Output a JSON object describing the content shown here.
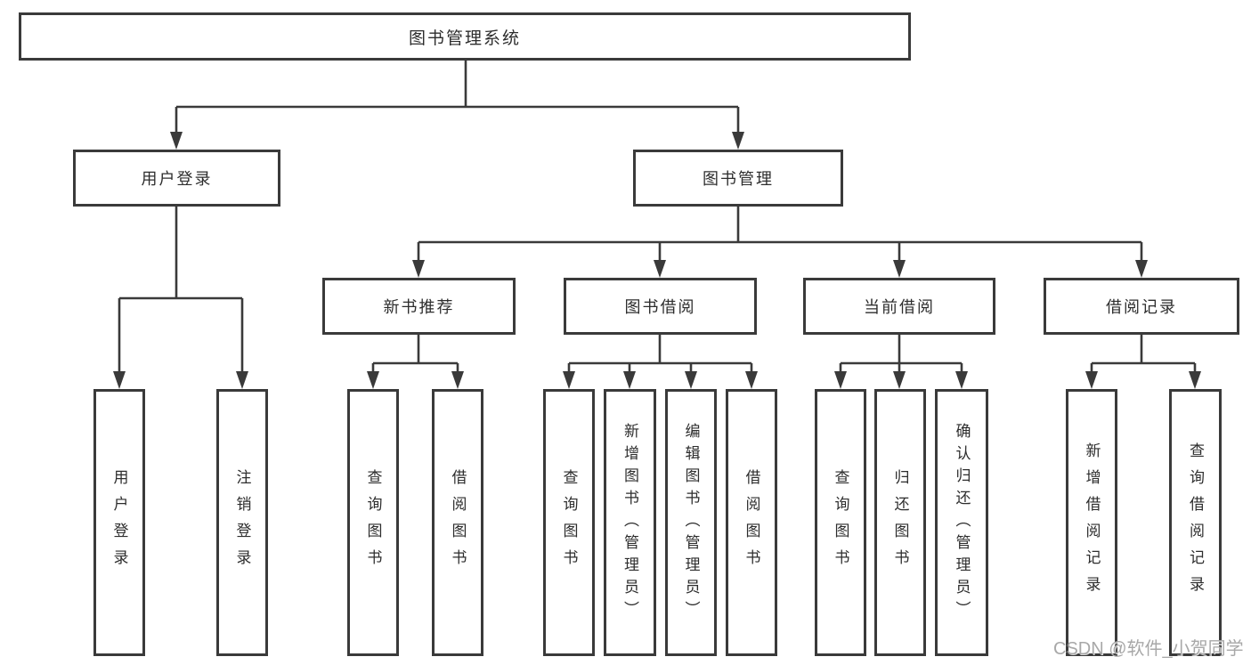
{
  "diagram": {
    "title": "图书管理系统",
    "root": {
      "label": "图书管理系统"
    },
    "level2": [
      {
        "label": "用户登录"
      },
      {
        "label": "图书管理"
      }
    ],
    "level3": [
      {
        "label": "新书推荐"
      },
      {
        "label": "图书借阅"
      },
      {
        "label": "当前借阅"
      },
      {
        "label": "借阅记录"
      }
    ],
    "leaves": [
      {
        "label": "用户登录",
        "parent": "用户登录"
      },
      {
        "label": "注销登录",
        "parent": "用户登录"
      },
      {
        "label": "查询图书",
        "parent": "新书推荐"
      },
      {
        "label": "借阅图书",
        "parent": "新书推荐"
      },
      {
        "label": "查询图书",
        "parent": "图书借阅"
      },
      {
        "label": "新增图书（管理员）",
        "parent": "图书借阅"
      },
      {
        "label": "编辑图书（管理员）",
        "parent": "图书借阅"
      },
      {
        "label": "借阅图书",
        "parent": "图书借阅"
      },
      {
        "label": "查询图书",
        "parent": "当前借阅"
      },
      {
        "label": "归还图书",
        "parent": "当前借阅"
      },
      {
        "label": "确认归还（管理员）",
        "parent": "当前借阅"
      },
      {
        "label": "新增借阅记录",
        "parent": "借阅记录"
      },
      {
        "label": "查询借阅记录",
        "parent": "借阅记录"
      }
    ],
    "colors": {
      "line": "#3a3a3a",
      "text": "#2d2d2d",
      "background": "#ffffff",
      "watermark": "#a8a8a8"
    },
    "watermark": "CSDN @软件_小贺同学"
  }
}
